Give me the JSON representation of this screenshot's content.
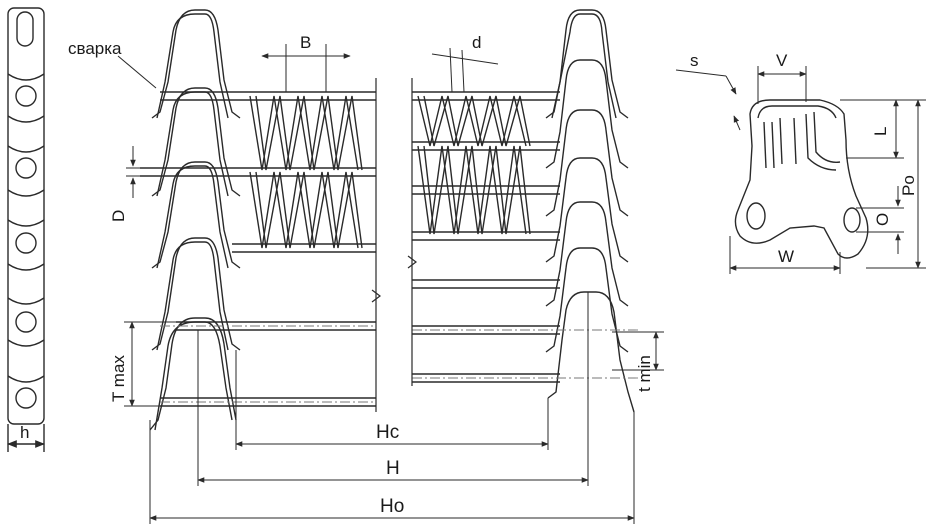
{
  "labels": {
    "weld": "сварка",
    "B": "B",
    "d": "d",
    "D": "D",
    "T_max": "T max",
    "t_min": "t min",
    "Hc": "Hc",
    "H": "H",
    "Ho": "Ho",
    "h": "h",
    "s": "s",
    "V": "V",
    "L": "L",
    "Po": "Po",
    "O": "O",
    "W": "W"
  },
  "colors": {
    "line": "#2a2a2a",
    "hatch": "#777777",
    "background": "#ffffff"
  }
}
